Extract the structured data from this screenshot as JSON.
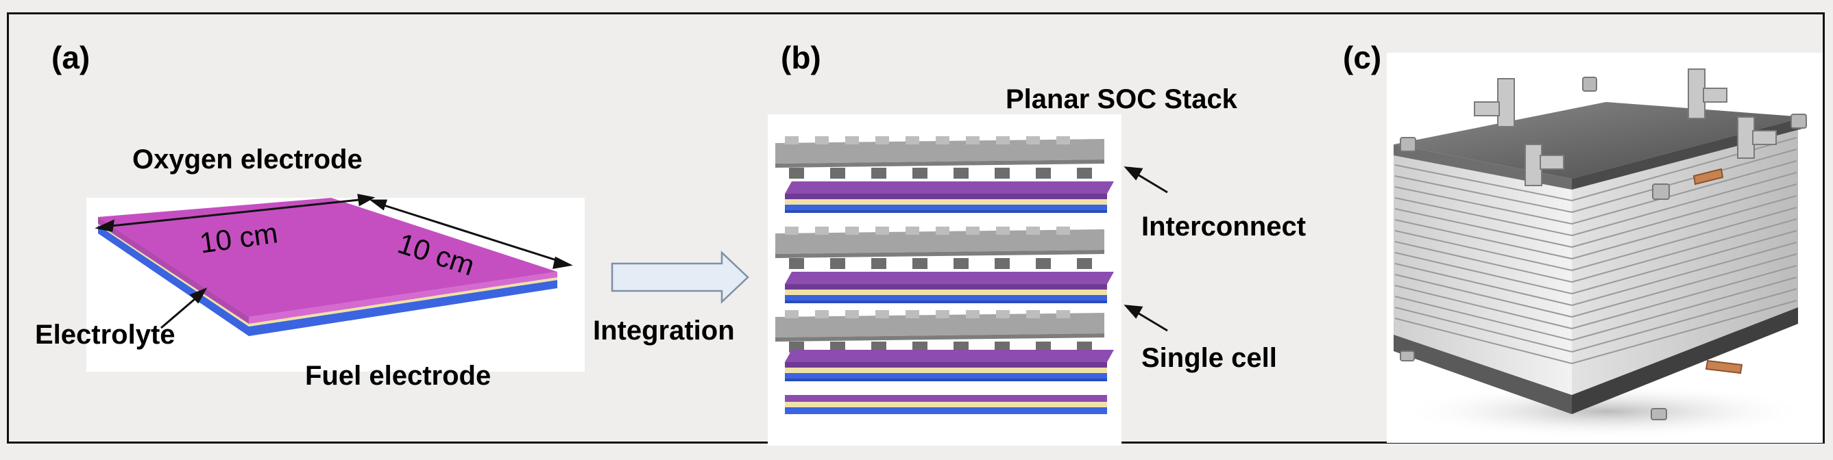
{
  "panel_a": {
    "label": "(a)",
    "oxygen_electrode": "Oxygen electrode",
    "dimension_1": "10 cm",
    "dimension_2": "10 cm",
    "electrolyte": "Electrolyte",
    "fuel_electrode": "Fuel electrode"
  },
  "arrow": {
    "label": "Integration"
  },
  "panel_b": {
    "label": "(b)",
    "title": "Planar SOC Stack",
    "interconnect": "Interconnect",
    "single_cell": "Single cell"
  },
  "panel_c": {
    "label": "(c)"
  },
  "colors": {
    "oxygen_electrode": "#c54fc1",
    "electrolyte": "#f0e2a6",
    "fuel_electrode": "#3b64e0",
    "interconnect": "#9a9a9a",
    "cell_purple": "#8c4cb0",
    "stack_body": "#e6e6e6"
  }
}
